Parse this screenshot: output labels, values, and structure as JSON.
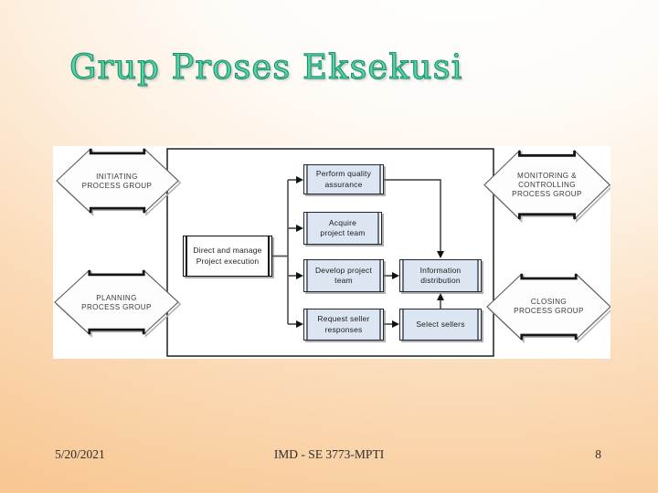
{
  "slide": {
    "title": "Grup Proses Eksekusi",
    "footer": {
      "date": "5/20/2021",
      "course": "IMD - SE 3773-MPTI",
      "page_number": "8"
    },
    "colors": {
      "title_text": "#5ad2a5",
      "title_outline": "#17926e",
      "background_bottom": "#f8c792",
      "background_top": "#ffffff",
      "panel": "#ffffff",
      "process_box_fill": "#dce6f2",
      "process_box_side_strip": "#6a7380",
      "direct_box_fill": "#ffffff",
      "connector": "#565656"
    }
  },
  "diagram": {
    "process_groups": [
      {
        "id": "initiating",
        "lines": [
          "INITIATING",
          "PROCESS GROUP"
        ]
      },
      {
        "id": "planning",
        "lines": [
          "PLANNING",
          "PROCESS GROUP"
        ]
      },
      {
        "id": "monitoring",
        "lines": [
          "MONITORING &",
          "CONTROLLING",
          "PROCESS GROUP"
        ]
      },
      {
        "id": "closing",
        "lines": [
          "CLOSING",
          "PROCESS GROUP"
        ]
      }
    ],
    "boxes": [
      {
        "id": "direct",
        "lines": [
          "Direct and manage",
          "Project execution"
        ]
      },
      {
        "id": "quality",
        "lines": [
          "Perform quality",
          "assurance"
        ]
      },
      {
        "id": "acquire",
        "lines": [
          "Acquire",
          "project team"
        ]
      },
      {
        "id": "develop",
        "lines": [
          "Develop project",
          "team"
        ]
      },
      {
        "id": "info",
        "lines": [
          "Information",
          "distribution"
        ]
      },
      {
        "id": "request",
        "lines": [
          "Request seller",
          "responses"
        ]
      },
      {
        "id": "select",
        "lines": [
          "Select sellers"
        ]
      }
    ]
  }
}
